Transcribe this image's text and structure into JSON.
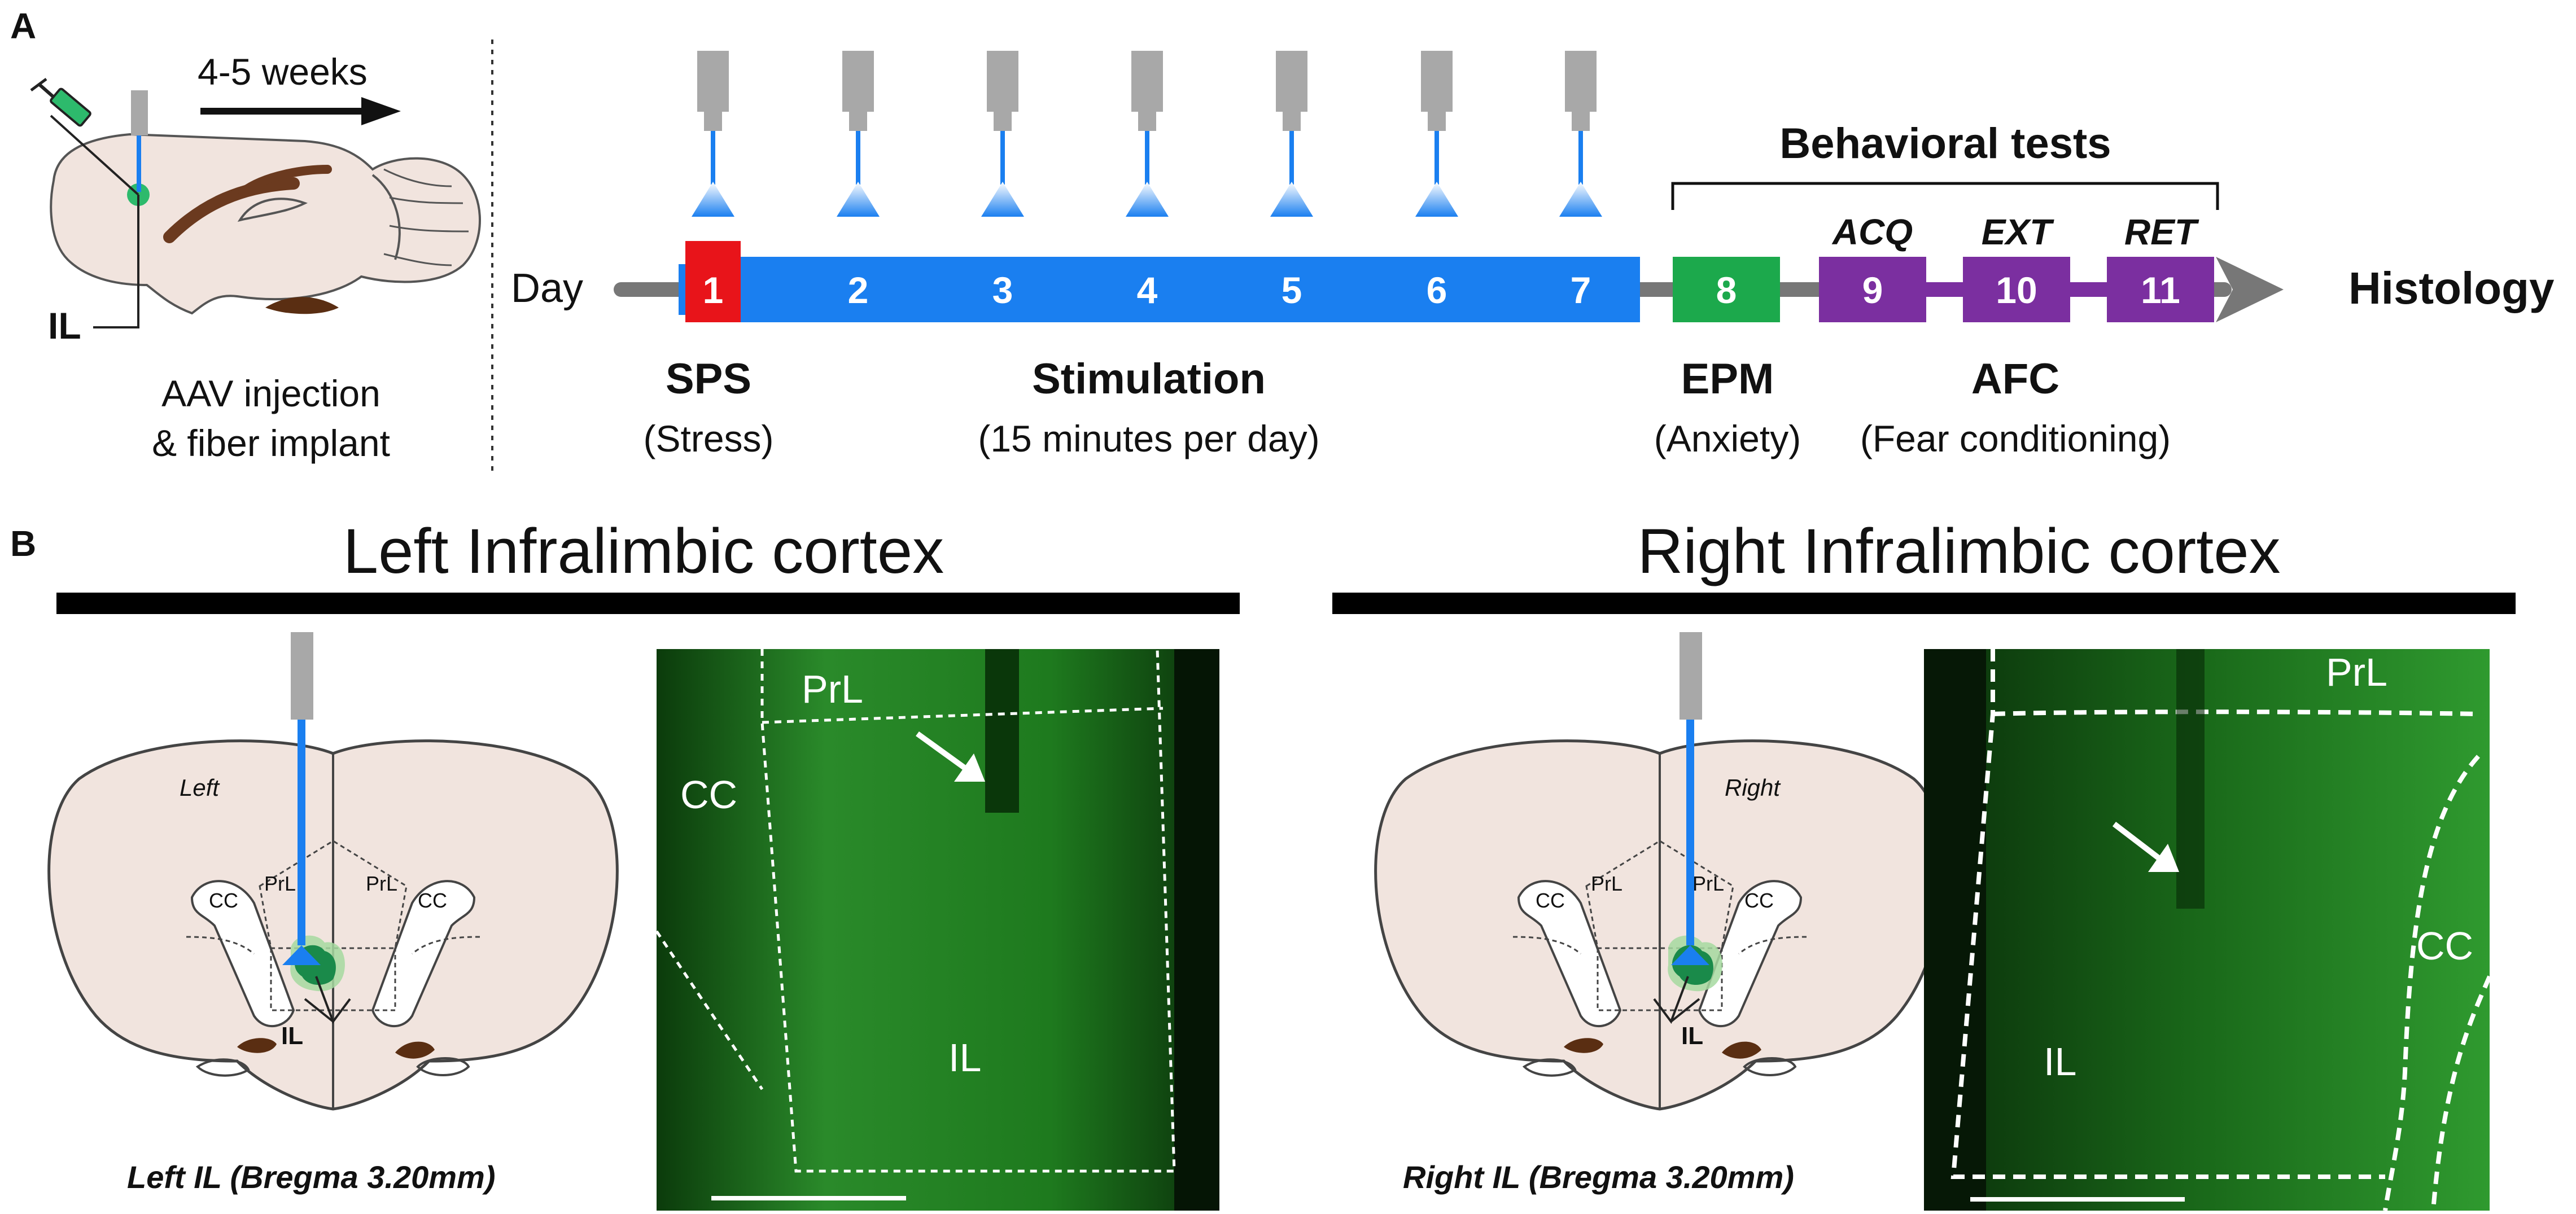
{
  "panel_a": {
    "label": "A",
    "injection": {
      "duration": "4-5 weeks",
      "region": "IL",
      "caption_line1": "AAV injection",
      "caption_line2": "& fiber implant"
    },
    "timeline": {
      "day_label": "Day",
      "days": [
        {
          "num": "1",
          "color": "#e8141a"
        },
        {
          "num": "2",
          "color": "#1a7ff0"
        },
        {
          "num": "3",
          "color": "#1a7ff0"
        },
        {
          "num": "4",
          "color": "#1a7ff0"
        },
        {
          "num": "5",
          "color": "#1a7ff0"
        },
        {
          "num": "6",
          "color": "#1a7ff0"
        },
        {
          "num": "7",
          "color": "#1a7ff0"
        },
        {
          "num": "8",
          "color": "#1ca94c"
        },
        {
          "num": "9",
          "color": "#7b2fa0"
        },
        {
          "num": "10",
          "color": "#7b2fa0"
        },
        {
          "num": "11",
          "color": "#7b2fa0"
        }
      ],
      "end_label": "Histology",
      "behavioral_tests": "Behavioral tests",
      "acq": "ACQ",
      "ext": "EXT",
      "ret": "RET",
      "sps": "SPS",
      "sps_sub": "(Stress)",
      "stim": "Stimulation",
      "stim_sub": "(15 minutes per day)",
      "epm": "EPM",
      "epm_sub": "(Anxiety)",
      "afc": "AFC",
      "afc_sub": "(Fear conditioning)"
    }
  },
  "panel_b": {
    "label": "B",
    "left": {
      "title": "Left Infralimbic cortex",
      "side_label": "Left",
      "caption": "Left IL (Bregma 3.20mm)",
      "micro_labels": {
        "prl": "PrL",
        "cc": "CC",
        "il": "IL"
      }
    },
    "right": {
      "title": "Right Infralimbic cortex",
      "side_label": "Right",
      "caption": "Right IL (Bregma 3.20mm)",
      "micro_labels": {
        "prl": "PrL",
        "cc": "CC",
        "il": "IL"
      }
    },
    "atlas_labels": {
      "cc": "CC",
      "prl": "PrL",
      "il": "IL"
    }
  },
  "colors": {
    "fiber_blue": "#1a7ff0",
    "implant_gray": "#a8a8a8",
    "brain_fill": "#f1e4de",
    "virus_green": "#2dba6c",
    "micro_green": "#1f8a1f"
  }
}
